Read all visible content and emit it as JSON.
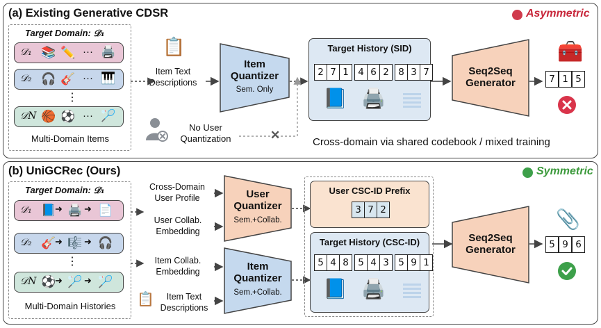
{
  "panel_a": {
    "title": "(a) Existing Generative CDSR",
    "tag": "Asymmetric",
    "tag_color": "#c8283c",
    "target_domain_label": "Target Domain:",
    "target_domain_symbol": "𝒟₁",
    "domains": [
      {
        "label": "𝒟₁",
        "color": "#e9c6d6"
      },
      {
        "label": "𝒟₂",
        "color": "#c7d7ec"
      },
      {
        "label": "𝒟N",
        "color": "#cfe6dc"
      }
    ],
    "row_ellipsis": "···",
    "vertical_ellipsis": "⋮",
    "items_caption": "Multi-Domain Items",
    "item_text": "Item Text\nDescriptions",
    "no_user": "No User\nQuantization",
    "quantizer": {
      "title": "Item\nQuantizer",
      "sub": "Sem. Only"
    },
    "history": {
      "title": "Target History (SID)",
      "codes": [
        [
          "2",
          "7",
          "1"
        ],
        [
          "4",
          "6",
          "2"
        ],
        [
          "8",
          "3",
          "7"
        ]
      ]
    },
    "generator": "Seq2Seq\nGenerator",
    "output": [
      "7",
      "1",
      "5"
    ],
    "footer": "Cross-domain via shared codebook / mixed training",
    "result_icon": "wrong-icon",
    "cross_mark": "✕"
  },
  "panel_b": {
    "title": "(b) UniGCRec (Ours)",
    "tag": "Symmetric",
    "tag_color": "#3c9a3c",
    "target_domain_label": "Target Domain:",
    "target_domain_symbol": "𝒟₁",
    "domains": [
      {
        "label": "𝒟₁",
        "color": "#e9c6d6"
      },
      {
        "label": "𝒟₂",
        "color": "#c7d7ec"
      },
      {
        "label": "𝒟N",
        "color": "#cfe6dc"
      }
    ],
    "vertical_ellipsis": "⋮",
    "histories_caption": "Multi-Domain Histories",
    "inputs": {
      "cross_domain": "Cross-Domain\nUser Profile",
      "user_collab": "User Collab.\nEmbedding",
      "item_collab": "Item Collab.\nEmbedding",
      "item_text": "Item Text\nDescriptions"
    },
    "user_quantizer": {
      "title": "User\nQuantizer",
      "sub": "Sem.+Collab."
    },
    "item_quantizer": {
      "title": "Item\nQuantizer",
      "sub": "Sem.+Collab."
    },
    "prefix": {
      "title": "User CSC-ID Prefix",
      "codes": [
        "3",
        "7",
        "2"
      ]
    },
    "history": {
      "title": "Target History (CSC-ID)",
      "codes": [
        [
          "5",
          "4",
          "8"
        ],
        [
          "5",
          "4",
          "3"
        ],
        [
          "5",
          "9",
          "1"
        ]
      ]
    },
    "generator": "Seq2Seq\nGenerator",
    "output": [
      "5",
      "9",
      "6"
    ],
    "result_icon": "check-icon"
  },
  "colors": {
    "quantizer_fill": "#c5d9ee",
    "generator_fill": "#f7d2bb",
    "history_fill": "#dde8f3",
    "prefix_fill": "#fae3d0"
  }
}
